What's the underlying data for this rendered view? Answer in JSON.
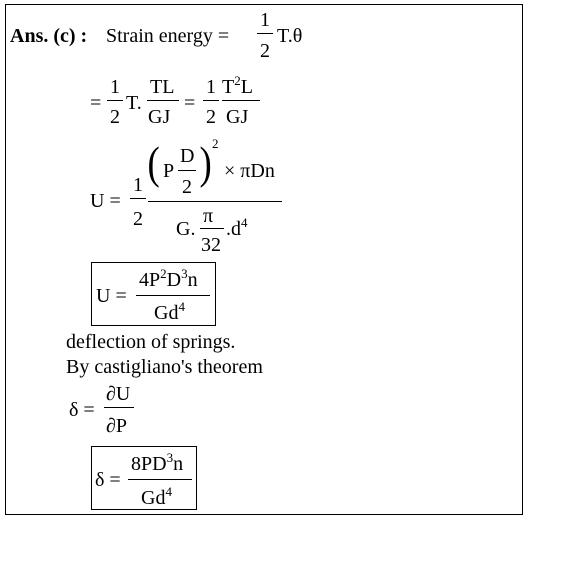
{
  "answer": {
    "label": "Ans. (c) :",
    "strain_energy_text": "Strain energy =",
    "half_num": "1",
    "half_den": "2",
    "T_theta": "T.θ"
  },
  "line2": {
    "eq": "=",
    "half_num": "1",
    "half_den": "2",
    "T_dot": "T.",
    "TL": "TL",
    "GJ": "GJ",
    "eq2": "=",
    "half2_num": "1",
    "half2_den": "2",
    "T": "T",
    "T_exp": "2",
    "L": "L",
    "GJ2": "GJ"
  },
  "line3": {
    "U_eq": "U =",
    "half_num": "1",
    "half_den": "2",
    "P": "P",
    "D": "D",
    "two": "2",
    "sq": "2",
    "times_pi_Dn": "× πDn",
    "G_dot": "G.",
    "pi": "π",
    "thirtytwo": "32",
    "d": ".d",
    "d_exp": "4"
  },
  "boxed_U": {
    "U_eq": "U =",
    "num_4P": "4P",
    "P_exp": "2",
    "D": "D",
    "D_exp": "3",
    "n": "n",
    "den_Gd": "Gd",
    "d_exp": "4"
  },
  "text1": "deflection of springs.",
  "text2": "By castigliano's theorem",
  "delta_def": {
    "delta_eq": "δ =",
    "num": "∂U",
    "den": "∂P"
  },
  "boxed_delta": {
    "delta_eq": "δ =",
    "num_8PD": "8PD",
    "D_exp": "3",
    "n": "n",
    "den_Gd": "Gd",
    "d_exp": "4"
  }
}
